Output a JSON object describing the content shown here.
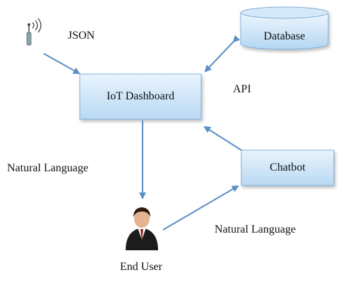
{
  "nodes": {
    "database": "Database",
    "dashboard": "IoT Dashboard",
    "chatbot": "Chatbot",
    "end_user": "End User"
  },
  "edges": {
    "sensor_to_dashboard": "JSON",
    "database_dashboard": "API",
    "dashboard_to_user": "Natural Language",
    "user_to_chatbot": "Natural Language"
  },
  "icons": {
    "sensor": "sensor-antenna-icon",
    "user": "person-avatar-icon"
  },
  "colors": {
    "box_fill_top": "#e6f1fb",
    "box_fill_bottom": "#b9d9f3",
    "box_stroke": "#7fb0dc",
    "arrow": "#5b8fc6",
    "avatar_dark": "#1c1c1c",
    "skin": "#e3b48f"
  }
}
